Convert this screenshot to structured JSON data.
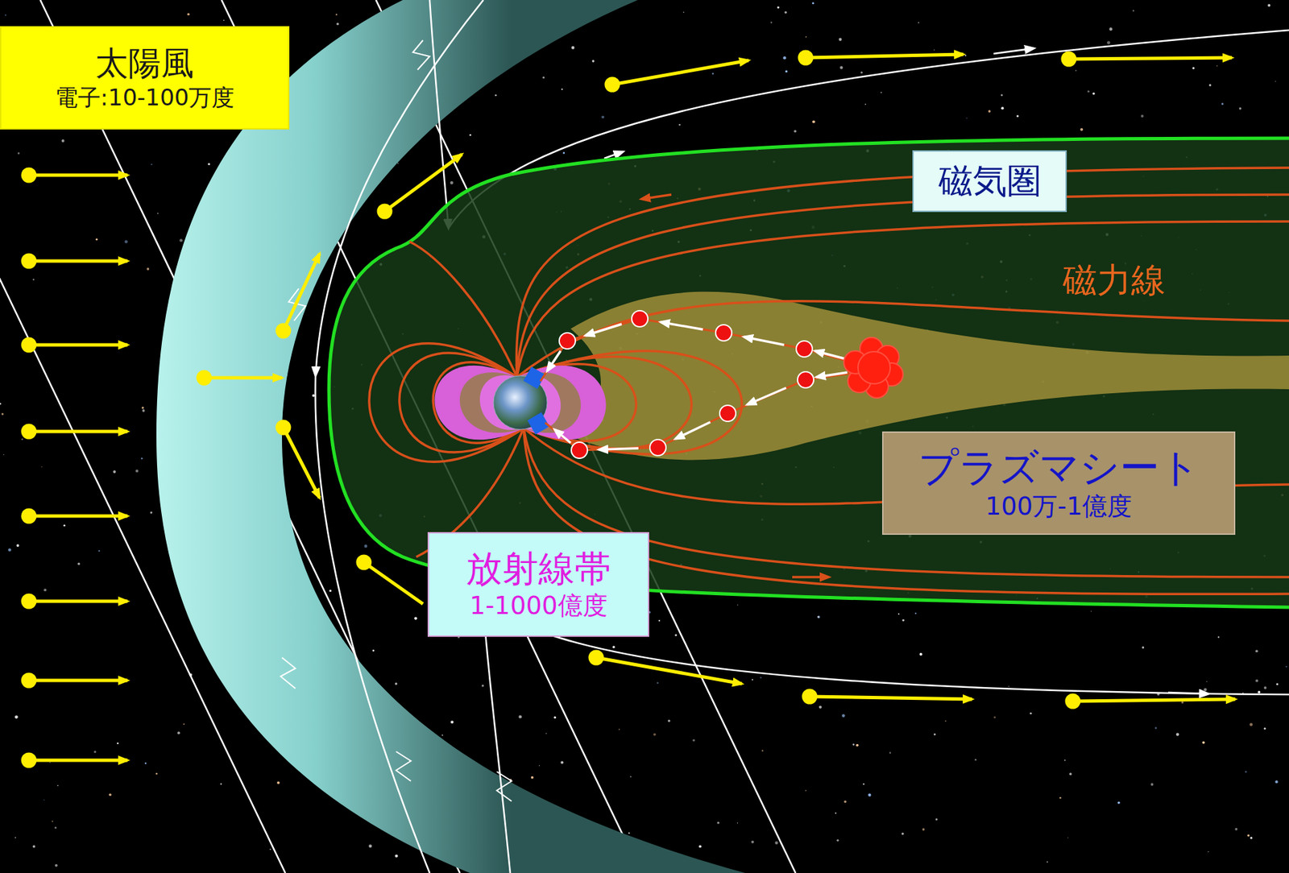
{
  "diagram": {
    "nodes": [
      {
        "text": [
          "太陽風",
          "電子:10-100万度"
        ]
      },
      {
        "text": [
          "磁気圏"
        ]
      },
      {
        "text": [
          "プラズマシート",
          "100万-1億度"
        ]
      },
      {
        "text": [
          "放射線帯",
          "1-1000億度"
        ]
      }
    ],
    "labels": [
      "磁力線"
    ]
  }
}
